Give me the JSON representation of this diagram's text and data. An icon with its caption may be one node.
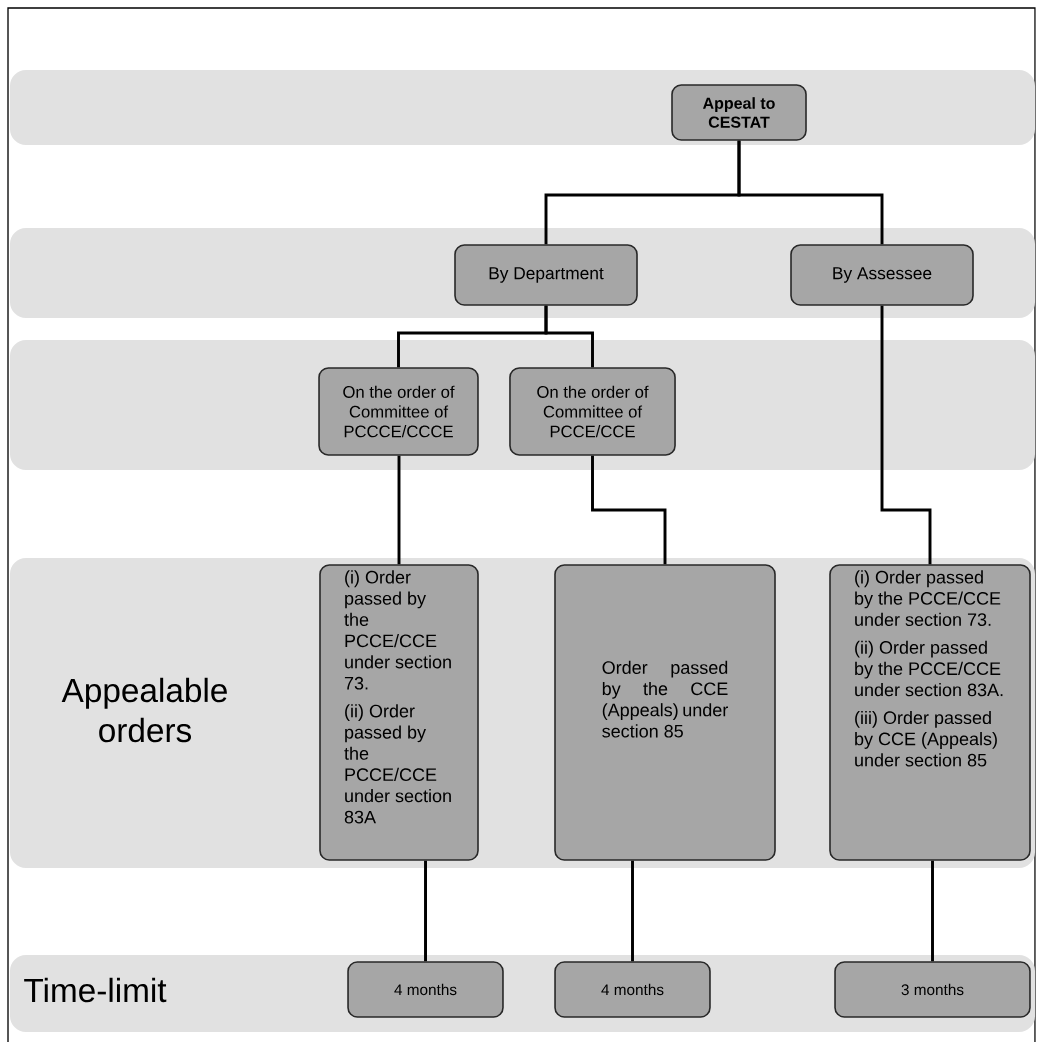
{
  "diagram": {
    "nodes": [
      {
        "text": [],
        "shape": "band"
      },
      {
        "text": [
          "Appeal to CESTAT"
        ],
        "in": 0
      },
      {
        "text": [],
        "shape": "band"
      },
      {
        "text": [
          "By Department"
        ],
        "in": 2
      },
      {
        "text": [
          "By Assessee"
        ],
        "in": 2
      },
      {
        "text": [],
        "shape": "band"
      },
      {
        "text": [
          "On the order of Committee of PCCCE/CCCE"
        ],
        "in": 5
      },
      {
        "text": [
          "On the order of Committee of PCCE/CCE"
        ],
        "in": 5
      },
      {
        "text": [
          "Appealable orders"
        ]
      },
      {
        "text": [
          "(i) Order passed by the PCCE/CCE under section 73.",
          "(ii) Order passed by the PCCE/CCE under section 83A"
        ],
        "in": 8
      },
      {
        "text": [
          "Order passed by the CCE (Appeals) under section 85"
        ],
        "in": 8
      },
      {
        "text": [
          "(i) Order passed by the PCCE/CCE under section 73.",
          "(ii) Order passed by the PCCE/CCE under section 83A.",
          "(iii) Order passed by CCE (Appeals) under section 85"
        ],
        "in": 8
      },
      {
        "text": [
          "Time-limit"
        ]
      },
      {
        "text": [
          "4 months"
        ],
        "in": 12
      },
      {
        "text": [
          "4 months"
        ],
        "in": 12
      },
      {
        "text": [
          "3 months"
        ],
        "in": 12
      }
    ],
    "edges": [
      {
        "from": 1,
        "to": 3,
        "arrow": "none"
      },
      {
        "from": 1,
        "to": 4,
        "arrow": "none"
      },
      {
        "from": 3,
        "to": 6,
        "arrow": "none"
      },
      {
        "from": 3,
        "to": 7,
        "arrow": "none"
      },
      {
        "from": 6,
        "to": 9,
        "arrow": "none"
      },
      {
        "from": 7,
        "to": 10,
        "arrow": "none"
      },
      {
        "from": 4,
        "to": 11,
        "arrow": "none"
      },
      {
        "from": 9,
        "to": 13,
        "arrow": "none"
      },
      {
        "from": 10,
        "to": 14,
        "arrow": "none"
      },
      {
        "from": 11,
        "to": 15,
        "arrow": "none"
      }
    ]
  }
}
